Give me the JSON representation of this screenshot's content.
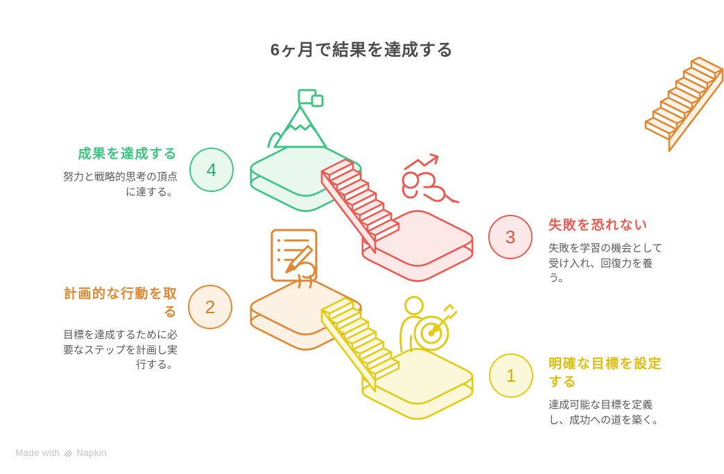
{
  "title": "6ヶ月で結果を達成する",
  "footer": {
    "made_with": "Made with",
    "brand": "Napkin"
  },
  "colors": {
    "green": "#3ec482",
    "green_fill": "#e8f8ef",
    "red": "#ec5b52",
    "red_fill": "#fce9e7",
    "orange": "#e08733",
    "orange_fill": "#fdf1e3",
    "yellow": "#e3ca14",
    "yellow_fill": "#fbf7d9",
    "heading_text": "#4b4b4b",
    "body_text": "#5a5a5a",
    "footer_text": "#c5c5c5"
  },
  "steps": [
    {
      "num": "1",
      "title": "明確な目標を設定する",
      "desc": "達成可能な目標を定義し、成功への道を築く。",
      "color": "#e3ca14",
      "icon": "goal-target-person-icon",
      "side": "right"
    },
    {
      "num": "2",
      "title": "計画的な行動を取る",
      "desc": "目標を達成するために必要なステップを計画し実行する。",
      "color": "#e08733",
      "icon": "checklist-pen-icon",
      "side": "left"
    },
    {
      "num": "3",
      "title": "失敗を恐れない",
      "desc": "失敗を学習の機会として受け入れ、回復力を養う。",
      "color": "#ec5b52",
      "icon": "resilience-runner-icon",
      "side": "right"
    },
    {
      "num": "4",
      "title": "成果を達成する",
      "desc": "努力と戦略的思考の頂点に達する。",
      "color": "#3ec482",
      "icon": "mountain-flag-icon",
      "side": "left"
    }
  ]
}
